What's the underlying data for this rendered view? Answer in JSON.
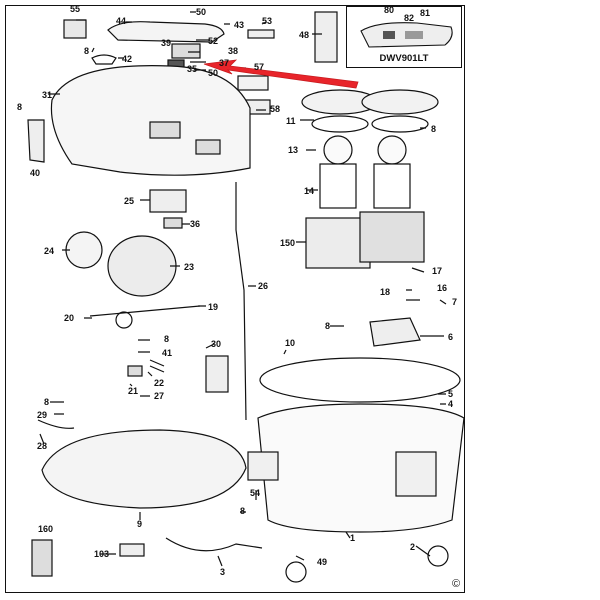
{
  "inset": {
    "model": "DWV901LT"
  },
  "copyright": "©",
  "labels": {
    "p55": "55",
    "p44": "44",
    "p50a": "50",
    "p43": "43",
    "p53": "53",
    "p48": "48",
    "p80": "80",
    "p82": "82",
    "p81": "81",
    "p8a": "8",
    "p42": "42",
    "p52": "52",
    "p38": "38",
    "p39": "39",
    "p37": "37",
    "p35": "35",
    "p50b": "50",
    "p57": "57",
    "p31": "31",
    "p8b": "8",
    "p58": "58",
    "p11": "11",
    "p8c": "8",
    "p40": "40",
    "p13": "13",
    "p14": "14",
    "p25": "25",
    "p36": "36",
    "p150": "150",
    "p24": "24",
    "p23": "23",
    "p26": "26",
    "p17": "17",
    "p18": "18",
    "p16": "16",
    "p7": "7",
    "p20": "20",
    "p19": "19",
    "p8d": "8",
    "p6": "6",
    "p8e": "8",
    "p41": "41",
    "p30": "30",
    "p10": "10",
    "p22": "22",
    "p21": "21",
    "p27": "27",
    "p5": "5",
    "p4": "4",
    "p8f": "8",
    "p29": "29",
    "p28": "28",
    "p8g": "8",
    "p54": "54",
    "p1": "1",
    "p9": "9",
    "p160": "160",
    "p103": "103",
    "p3": "3",
    "p49": "49",
    "p2": "2"
  },
  "colors": {
    "callout_arrow": "#e8242a",
    "line": "#111111"
  }
}
